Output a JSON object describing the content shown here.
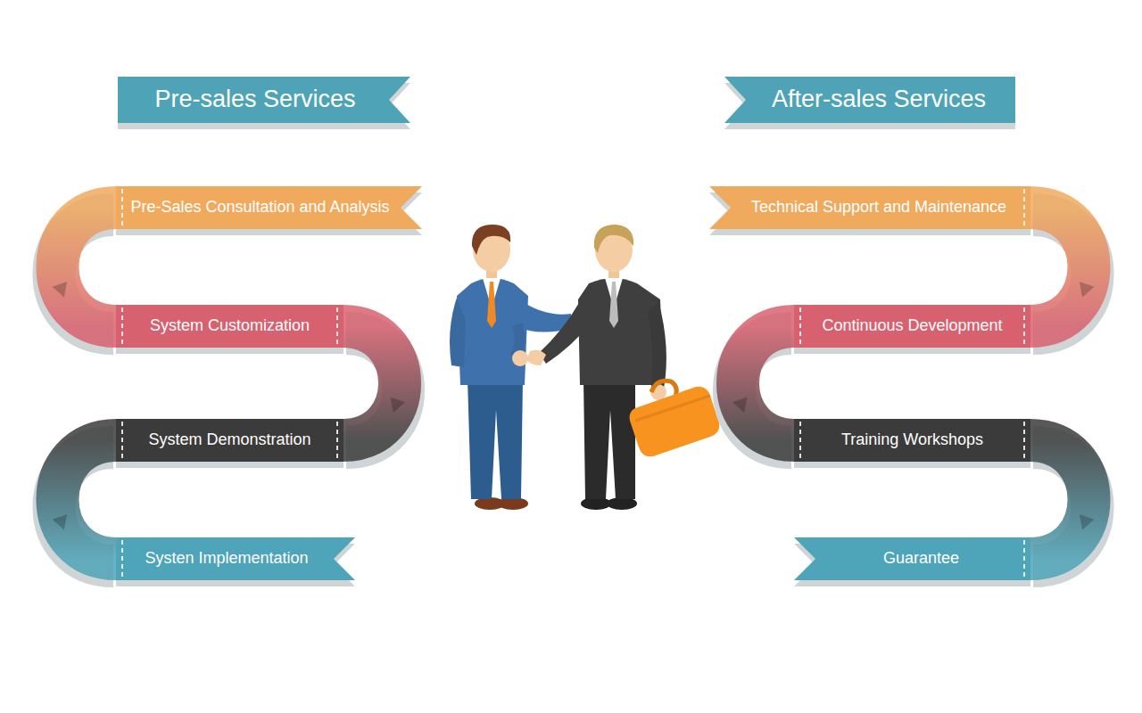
{
  "diagram": {
    "nodes": [
      {
        "text": [
          "Pre-sales Services"
        ]
      },
      {
        "text": [
          "Pre-Sales Consultation and Analysis"
        ]
      },
      {
        "text": [
          "System Customization"
        ]
      },
      {
        "text": [
          "System Demonstration"
        ]
      },
      {
        "text": [
          "Systen Implementation"
        ]
      },
      {
        "text": [
          "After-sales Services"
        ]
      },
      {
        "text": [
          "Technical Support and Maintenance"
        ]
      },
      {
        "text": [
          "Continuous Development"
        ]
      },
      {
        "text": [
          "Training Workshops"
        ]
      },
      {
        "text": [
          "Guarantee"
        ]
      }
    ],
    "edges": [
      {
        "from": 1,
        "to": 2,
        "arrow": "to"
      },
      {
        "from": 2,
        "to": 3,
        "arrow": "to"
      },
      {
        "from": 3,
        "to": 4,
        "arrow": "to"
      },
      {
        "from": 6,
        "to": 7,
        "arrow": "to"
      },
      {
        "from": 7,
        "to": 8,
        "arrow": "to"
      },
      {
        "from": 8,
        "to": 9,
        "arrow": "to"
      }
    ]
  }
}
